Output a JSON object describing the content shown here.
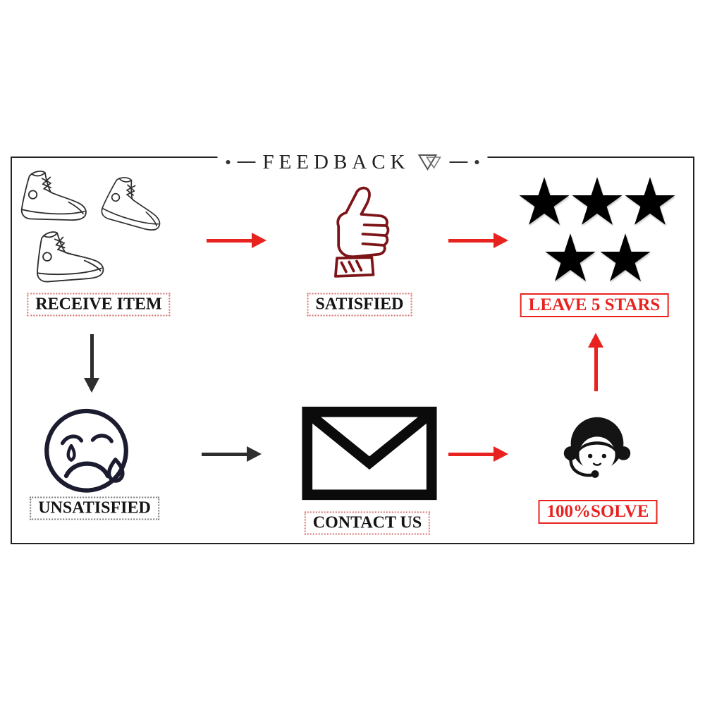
{
  "title": "FEEDBACK",
  "colors": {
    "accent_red": "#e8231f",
    "maroon": "#7d1417",
    "star_fill": "#f9ee6e",
    "star_stroke": "#c9ad35"
  },
  "nodes": {
    "receive": {
      "label": "RECEIVE ITEM",
      "icon": "sneakers-icon"
    },
    "satisfied": {
      "label": "SATISFIED",
      "icon": "thumbs-up-icon"
    },
    "stars": {
      "label": "LEAVE 5 STARS",
      "icon": "five-stars-icon",
      "star_count": 5
    },
    "unsatisfied": {
      "label": "UNSATISFIED",
      "icon": "crying-face-icon"
    },
    "contact": {
      "label": "CONTACT US",
      "icon": "envelope-icon"
    },
    "solve": {
      "label": "100%SOLVE",
      "icon": "support-agent-icon"
    }
  }
}
